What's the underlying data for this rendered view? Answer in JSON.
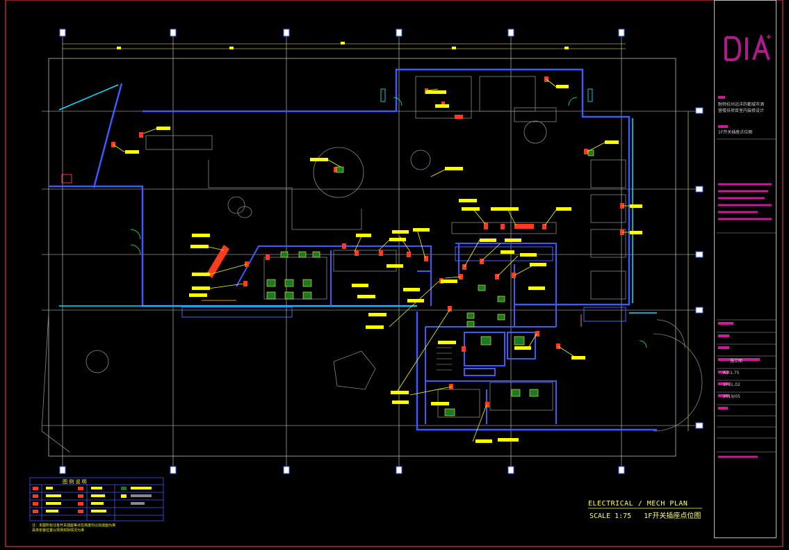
{
  "drawing": {
    "title_en": "ELECTRICAL / MECH  PLAN",
    "scale_label": "SCALE 1:75",
    "title_cn": "1F开关插座点位图"
  },
  "title_block": {
    "logo_text": "DIA",
    "project_name_line1": "耐特杭州远洋的都城市酒",
    "project_name_line2": "营楼扶项目室内装修设计",
    "sheet_name": "1F开关插座点位图",
    "drawing_status": "施工图",
    "sheet_size_scale": "A1-1:75",
    "drawing_number": "1F.EL.02",
    "date": "2019/05"
  },
  "legend": {
    "title": "图 例 说 明",
    "note_line1": "注：本图所标注各开关插座等点位高度均以完成面为准",
    "note_line2": "    具体安装位置以现场实际情况为准"
  },
  "colors": {
    "background": "#000000",
    "wall": "#3b5bff",
    "tag": "#ffff00",
    "device": "#ff3b1f",
    "grid_line": "#ffffff",
    "furniture": "#9a9a9a",
    "brand": "#b01a8c"
  }
}
